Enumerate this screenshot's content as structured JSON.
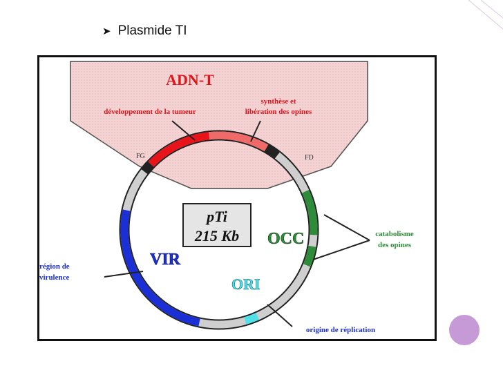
{
  "slide": {
    "bullet_text": "Plasmide TI",
    "bullet_icon": "arrowhead-bullet-icon"
  },
  "diagram": {
    "title": "ADN-T",
    "label_left_tdna": "développement de la tumeur",
    "label_right_tdna_line1": "synthèse et",
    "label_right_tdna_line2": "libération des opines",
    "label_fg": "FG",
    "label_fd": "FD",
    "center_line1": "pTi",
    "center_line2": "215 Kb",
    "label_occ": "OCC",
    "label_occ_desc_line1": "catabolisme",
    "label_occ_desc_line2": "des opines",
    "label_vir": "VIR",
    "label_vir_desc_line1": "région de",
    "label_vir_desc_line2": "virulence",
    "label_ori": "ORI",
    "label_ori_desc": "origine de réplication",
    "colors": {
      "tdna_fill": "#f3d6d6",
      "red_segment": "#e8141a",
      "pink_segment": "#f06a6a",
      "occ_green": "#2e8b3a",
      "vir_blue": "#1a2fd6",
      "ori_cyan": "#4fe0e8",
      "border_black": "#222222",
      "title_red": "#e0141a",
      "accent_purple": "#c59ad6"
    }
  }
}
